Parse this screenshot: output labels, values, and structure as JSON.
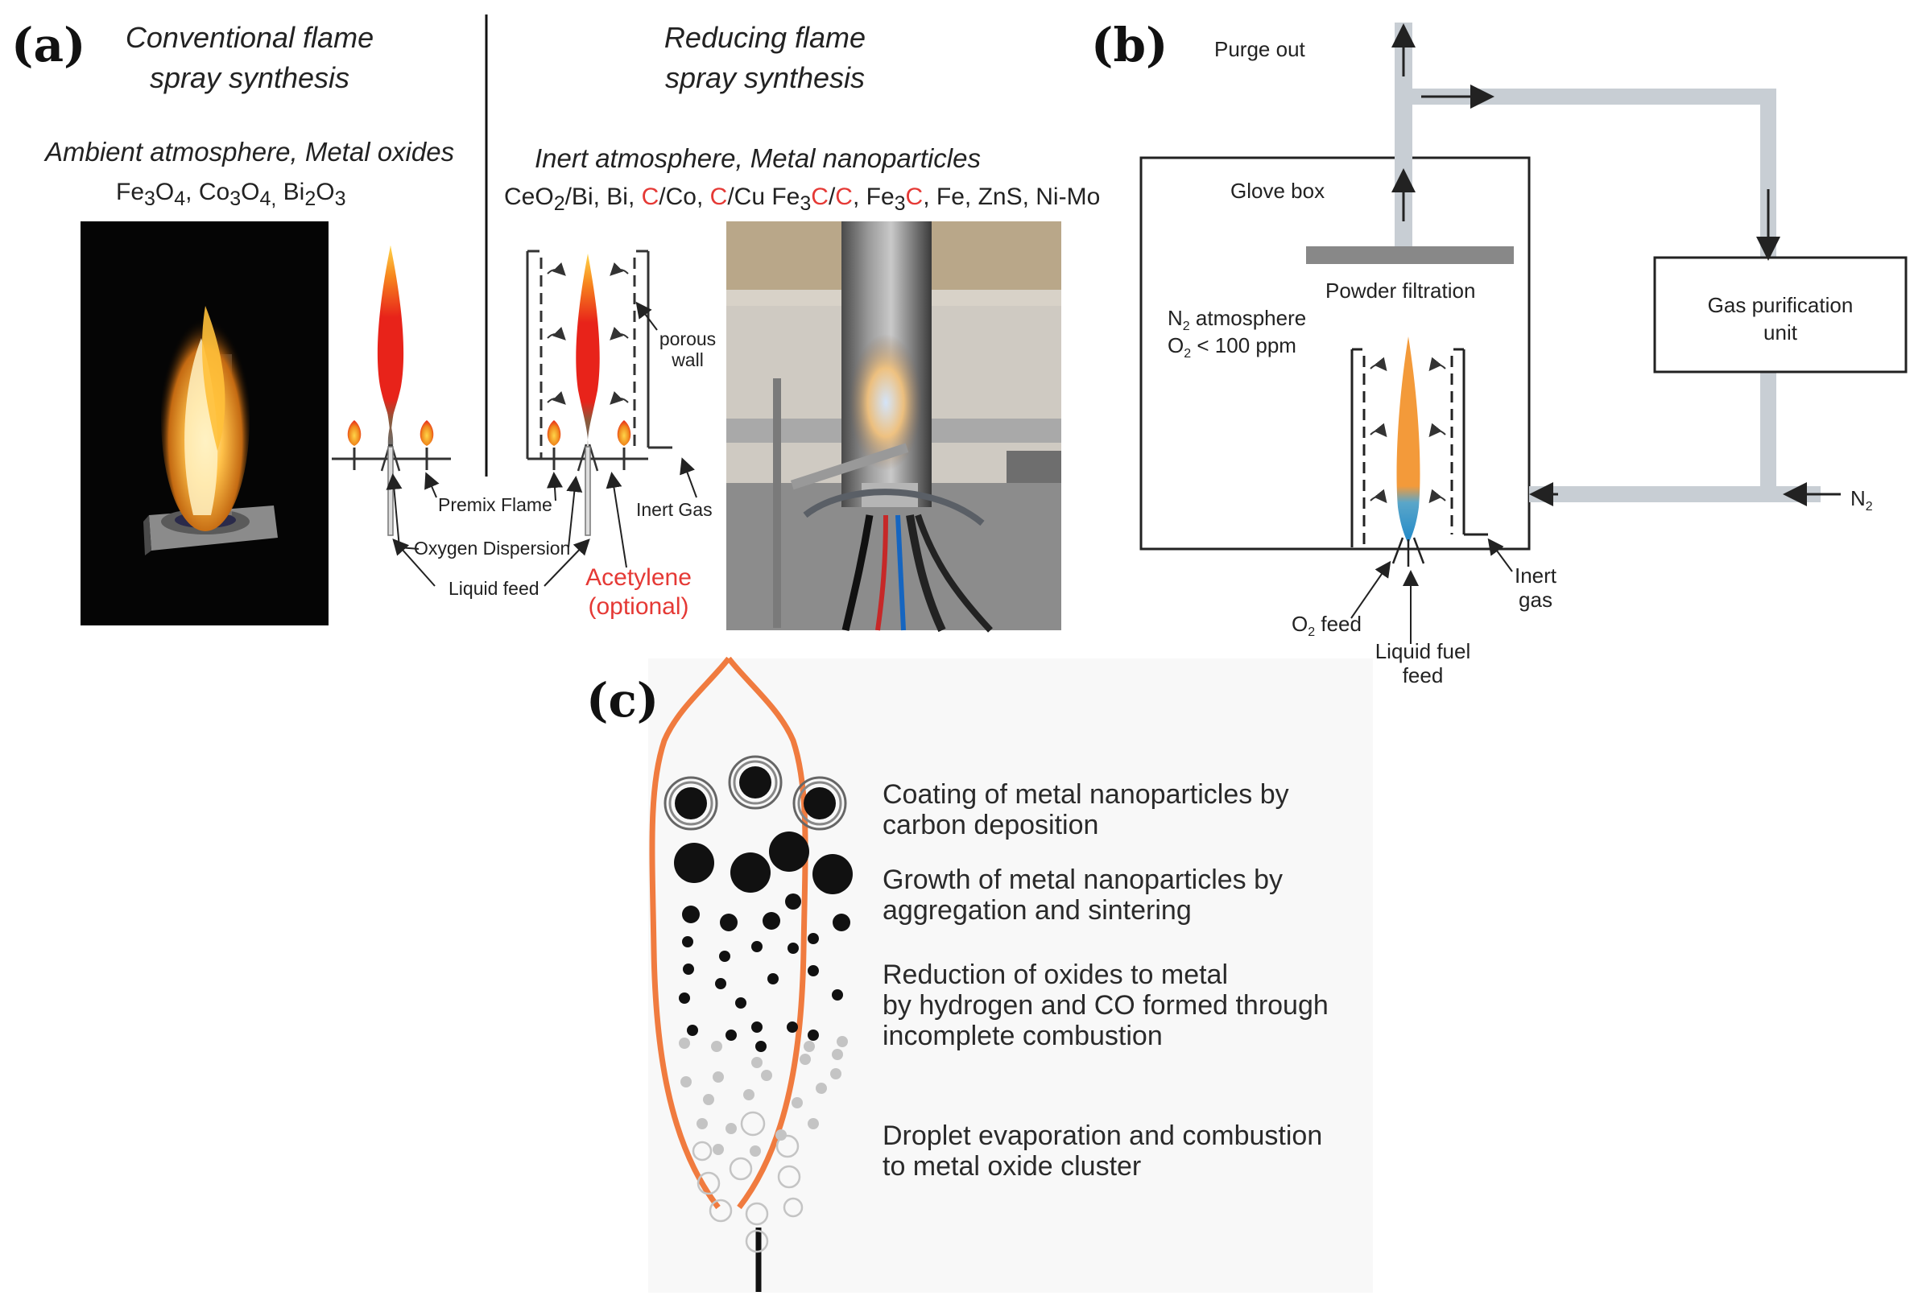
{
  "panel_a": {
    "label": "(a)",
    "conventional": {
      "title_line1": "Conventional flame",
      "title_line2": "spray synthesis",
      "subtitle": "Ambient atmosphere, Metal oxides",
      "materials": [
        "Fe",
        "3",
        "O",
        "4",
        ", Co",
        "3",
        "O",
        "4,",
        " Bi",
        "2",
        "O",
        "3"
      ]
    },
    "reducing": {
      "title_line1": "Reducing flame",
      "title_line2": "spray synthesis",
      "subtitle": "Inert atmosphere, Metal nanoparticles",
      "materials": [
        "CeO",
        "2",
        "/Bi, Bi, ",
        "C",
        "/Co, ",
        "C",
        "/Cu Fe",
        "3",
        "C",
        "/",
        "C",
        ", Fe",
        "3",
        "C",
        ", Fe, ZnS, Ni-Mo"
      ]
    },
    "labels": {
      "porous_wall_1": "porous",
      "porous_wall_2": "wall",
      "premix_flame": "Premix Flame",
      "inert_gas": "Inert Gas",
      "oxygen_dispersion": "Oxygen Dispersion",
      "liquid_feed": "Liquid feed",
      "acetylene": "Acetylene",
      "optional": "(optional)"
    }
  },
  "panel_b": {
    "label": "(b)",
    "purge_out": "Purge out",
    "glove_box": "Glove box",
    "powder_filtration": "Powder filtration",
    "n2_atmosphere": [
      "N",
      "2",
      " atmosphere"
    ],
    "o2_limit": [
      "O",
      "2",
      " < 100 ppm"
    ],
    "gas_purification_1": "Gas purification",
    "gas_purification_2": "unit",
    "n2_in": [
      "N",
      "2"
    ],
    "inert_gas_1": "Inert",
    "inert_gas_2": "gas",
    "o2_feed": [
      "O",
      "2",
      " feed"
    ],
    "liquid_fuel_1": "Liquid fuel",
    "liquid_fuel_2": "feed"
  },
  "panel_c": {
    "label": "(c)",
    "stages": [
      {
        "line1": "Coating of metal nanoparticles by",
        "line2": "carbon deposition"
      },
      {
        "line1": "Growth of metal nanoparticles by",
        "line2": "aggregation and sintering"
      },
      {
        "line1": "Reduction of oxides to metal",
        "line2": "by hydrogen and CO formed through",
        "line3": "incomplete combustion"
      },
      {
        "line1": "Droplet evaporation and combustion",
        "line2": "to metal oxide cluster"
      }
    ]
  },
  "colors": {
    "flame_red": "#e8231a",
    "flame_orange": "#f5a623",
    "flame_orange_b": "#f39a3a",
    "flame_blue": "#1e88c9",
    "envelope": "#f07b3f",
    "pipe": "#c8ced4",
    "annotation_red": "#e53935"
  }
}
